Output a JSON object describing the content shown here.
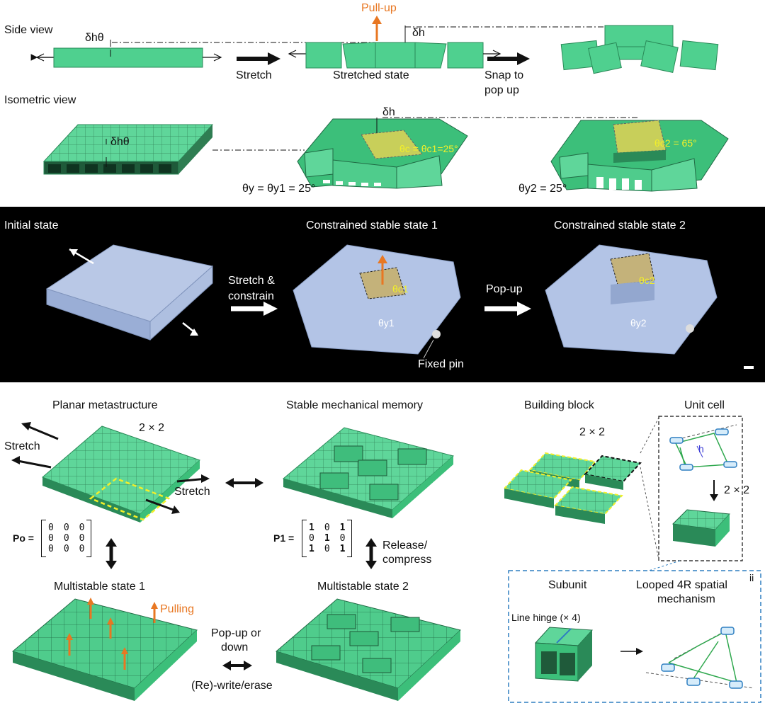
{
  "top": {
    "side_view": "Side view",
    "isometric_view": "Isometric view",
    "pull_up": "Pull-up",
    "dh_theta": "δhθ",
    "dh": "δh",
    "stretch": "Stretch",
    "stretched_state": "Stretched state",
    "snap_line1": "Snap to",
    "snap_line2": "pop up",
    "iso_dh_theta": "δhθ",
    "iso_dh": "δh",
    "theta_c1": "θc = θc1=25°",
    "theta_c2": "θc2 = 65°",
    "theta_y1": "θy = θy1 = 25°",
    "theta_y2": "θy2 = 25°"
  },
  "photo": {
    "initial": "Initial state",
    "csst1": "Constrained stable state 1",
    "csst2": "Constrained stable state 2",
    "stretch_line1": "Stretch &",
    "stretch_line2": "constrain",
    "popup": "Pop-up",
    "theta_c1": "θc1",
    "theta_y1": "θy1",
    "theta_c2": "θc2",
    "theta_y2": "θy2",
    "fixed_pin": "Fixed pin"
  },
  "bottom": {
    "planar": "Planar metastructure",
    "memory": "Stable mechanical memory",
    "building_block": "Building block",
    "unit_cell": "Unit cell",
    "two_by_two_a": "2 × 2",
    "two_by_two_b": "2 × 2",
    "two_by_two_c": "2 × 2",
    "stretch_a": "Stretch",
    "stretch_b": "Stretch",
    "p0_label": "Po =",
    "p1_label": "P1 =",
    "p0_rows": [
      [
        "0",
        "0",
        "0"
      ],
      [
        "0",
        "0",
        "0"
      ],
      [
        "0",
        "0",
        "0"
      ]
    ],
    "p1_rows": [
      [
        "1",
        "0",
        "1"
      ],
      [
        "0",
        "1",
        "0"
      ],
      [
        "1",
        "0",
        "1"
      ]
    ],
    "release_line1": "Release/",
    "release_line2": "compress",
    "multi1": "Multistable state 1",
    "multi2": "Multistable state 2",
    "pulling": "Pulling",
    "popup_line1": "Pop-up or",
    "popup_line2": "down",
    "rewrite": "(Re)-write/erase",
    "subunit": "Subunit",
    "line_hinge": "Line hinge (× 4)",
    "looped_line1": "Looped 4R spatial",
    "looped_line2": "mechanism",
    "panel_ii": "ii",
    "h": "h"
  },
  "colors": {
    "green": "#4fd08f",
    "green_dark": "#2a8a58",
    "orange": "#e87722",
    "yellow": "#f2ef2a",
    "photo_bg": "#000000",
    "dash_blue": "#2f7fc1"
  }
}
